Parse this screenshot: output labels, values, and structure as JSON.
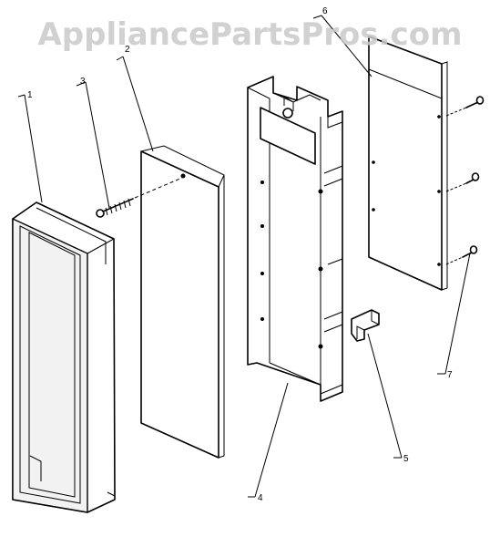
{
  "watermark": "AppliancePartsPros.com",
  "callouts": {
    "c1": "1",
    "c2": "2",
    "c3": "3",
    "c4": "4",
    "c5": "5",
    "c6": "6",
    "c7": "7"
  }
}
